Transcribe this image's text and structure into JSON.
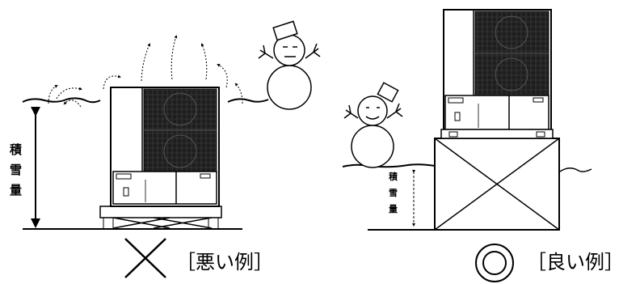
{
  "bad_example": {
    "mark_symbol": "✕",
    "label": "［悪い例］",
    "snow_label": [
      "積",
      "雪",
      "量"
    ]
  },
  "good_example": {
    "mark_symbol": "◎",
    "label": "［良い例］",
    "snow_label": [
      "積",
      "雪",
      "量"
    ]
  },
  "colors": {
    "ink": "#000000",
    "grille": "#1a1a1a",
    "background": "#ffffff"
  }
}
